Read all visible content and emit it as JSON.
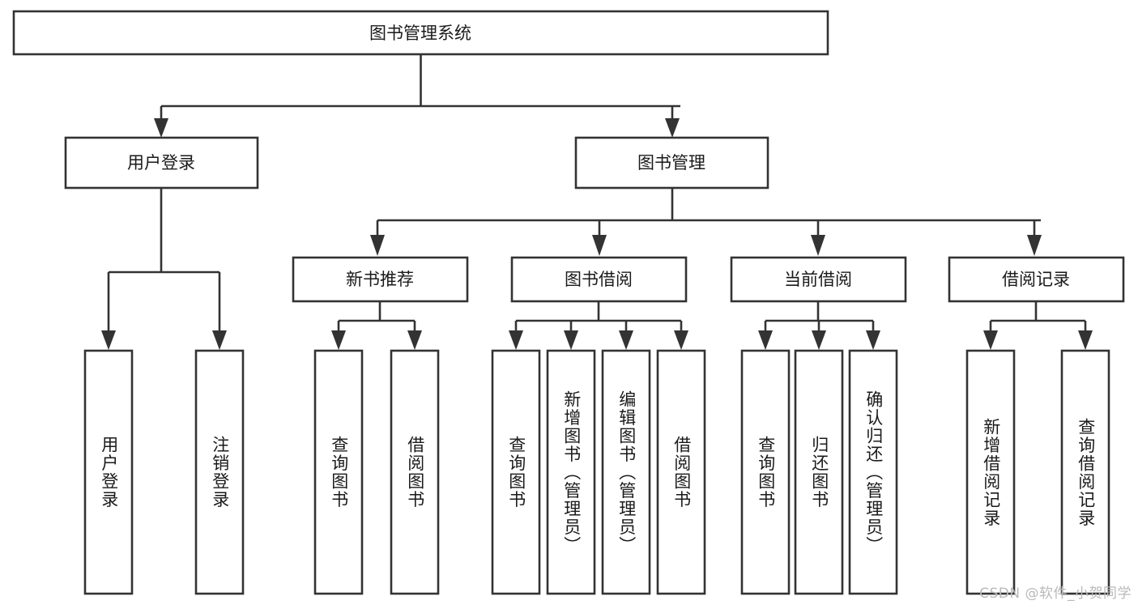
{
  "diagram": {
    "title": "图书管理系统",
    "type": "tree-hierarchy-chart",
    "watermark": "CSDN @软件_小贺同学",
    "stroke_color": "#333333",
    "fill_color": "#ffffff",
    "text_color": "#1a1a1a",
    "root": {
      "label": "图书管理系统",
      "orientation": "horizontal"
    },
    "level2": [
      {
        "label": "用户登录",
        "orientation": "horizontal"
      },
      {
        "label": "图书管理",
        "orientation": "horizontal"
      }
    ],
    "level3": [
      {
        "label": "新书推荐",
        "orientation": "horizontal"
      },
      {
        "label": "图书借阅",
        "orientation": "horizontal"
      },
      {
        "label": "当前借阅",
        "orientation": "horizontal"
      },
      {
        "label": "借阅记录",
        "orientation": "horizontal"
      }
    ],
    "leaves": [
      {
        "label": "用户登录",
        "parent": "用户登录",
        "orientation": "vertical"
      },
      {
        "label": "注销登录",
        "parent": "用户登录",
        "orientation": "vertical"
      },
      {
        "label": "查询图书",
        "parent": "新书推荐",
        "orientation": "vertical"
      },
      {
        "label": "借阅图书",
        "parent": "新书推荐",
        "orientation": "vertical"
      },
      {
        "label": "查询图书",
        "parent": "图书借阅",
        "orientation": "vertical"
      },
      {
        "label": "新增图书（管理员）",
        "parent": "图书借阅",
        "orientation": "vertical"
      },
      {
        "label": "编辑图书（管理员）",
        "parent": "图书借阅",
        "orientation": "vertical"
      },
      {
        "label": "借阅图书",
        "parent": "图书借阅",
        "orientation": "vertical"
      },
      {
        "label": "查询图书",
        "parent": "当前借阅",
        "orientation": "vertical"
      },
      {
        "label": "归还图书",
        "parent": "当前借阅",
        "orientation": "vertical"
      },
      {
        "label": "确认归还（管理员）",
        "parent": "当前借阅",
        "orientation": "vertical"
      },
      {
        "label": "新增借阅记录",
        "parent": "借阅记录",
        "orientation": "vertical"
      },
      {
        "label": "查询借阅记录",
        "parent": "借阅记录",
        "orientation": "vertical"
      }
    ]
  }
}
